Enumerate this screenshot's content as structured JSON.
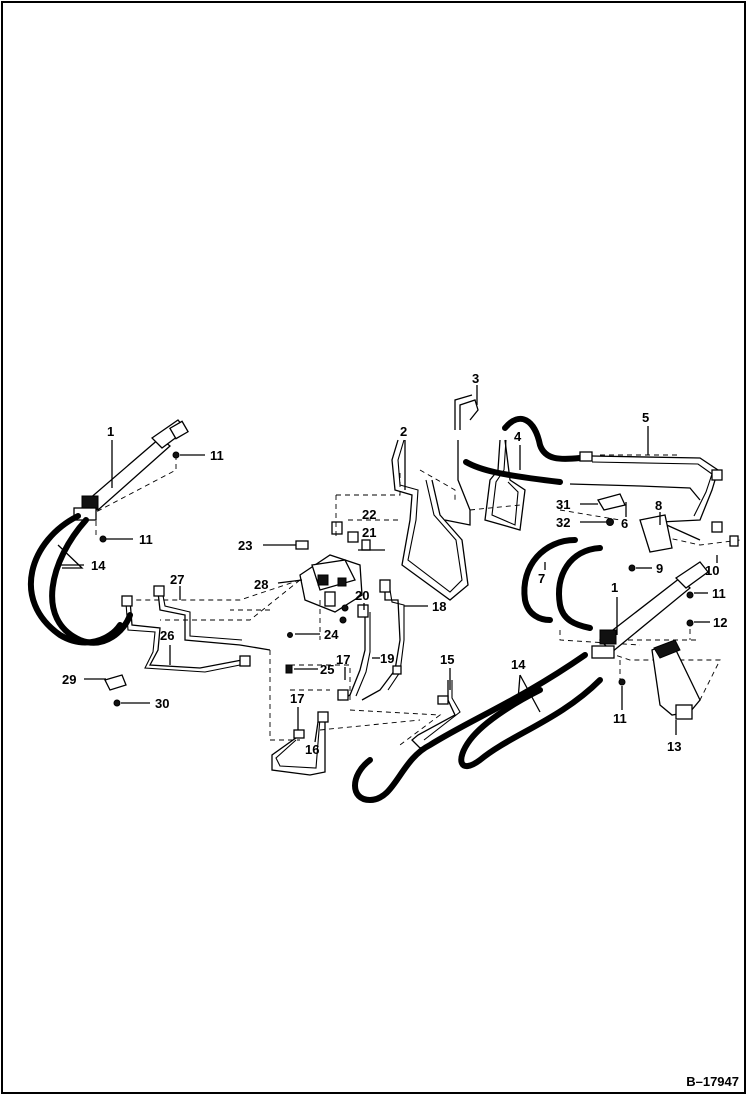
{
  "figure_id": "B–17947",
  "callouts": [
    {
      "id": "c1a",
      "label": "1"
    },
    {
      "id": "c11a",
      "label": "11"
    },
    {
      "id": "c11b",
      "label": "11"
    },
    {
      "id": "c14a",
      "label": "14"
    },
    {
      "id": "c2",
      "label": "2"
    },
    {
      "id": "c3",
      "label": "3"
    },
    {
      "id": "c4",
      "label": "4"
    },
    {
      "id": "c5",
      "label": "5"
    },
    {
      "id": "c6",
      "label": "6"
    },
    {
      "id": "c31",
      "label": "31"
    },
    {
      "id": "c32",
      "label": "32"
    },
    {
      "id": "c8",
      "label": "8"
    },
    {
      "id": "c7",
      "label": "7"
    },
    {
      "id": "c9",
      "label": "9"
    },
    {
      "id": "c10",
      "label": "10"
    },
    {
      "id": "c11c",
      "label": "11"
    },
    {
      "id": "c1b",
      "label": "1"
    },
    {
      "id": "c12",
      "label": "12"
    },
    {
      "id": "c14b",
      "label": "14"
    },
    {
      "id": "c11d",
      "label": "11"
    },
    {
      "id": "c13",
      "label": "13"
    },
    {
      "id": "c15",
      "label": "15"
    },
    {
      "id": "c22",
      "label": "22"
    },
    {
      "id": "c21",
      "label": "21"
    },
    {
      "id": "c23",
      "label": "23"
    },
    {
      "id": "c28",
      "label": "28"
    },
    {
      "id": "c27",
      "label": "27"
    },
    {
      "id": "c26",
      "label": "26"
    },
    {
      "id": "c20",
      "label": "20"
    },
    {
      "id": "c18",
      "label": "18"
    },
    {
      "id": "c24",
      "label": "24"
    },
    {
      "id": "c17a",
      "label": "17"
    },
    {
      "id": "c19",
      "label": "19"
    },
    {
      "id": "c25",
      "label": "25"
    },
    {
      "id": "c29",
      "label": "29"
    },
    {
      "id": "c30",
      "label": "30"
    },
    {
      "id": "c17b",
      "label": "17"
    },
    {
      "id": "c16",
      "label": "16"
    }
  ]
}
